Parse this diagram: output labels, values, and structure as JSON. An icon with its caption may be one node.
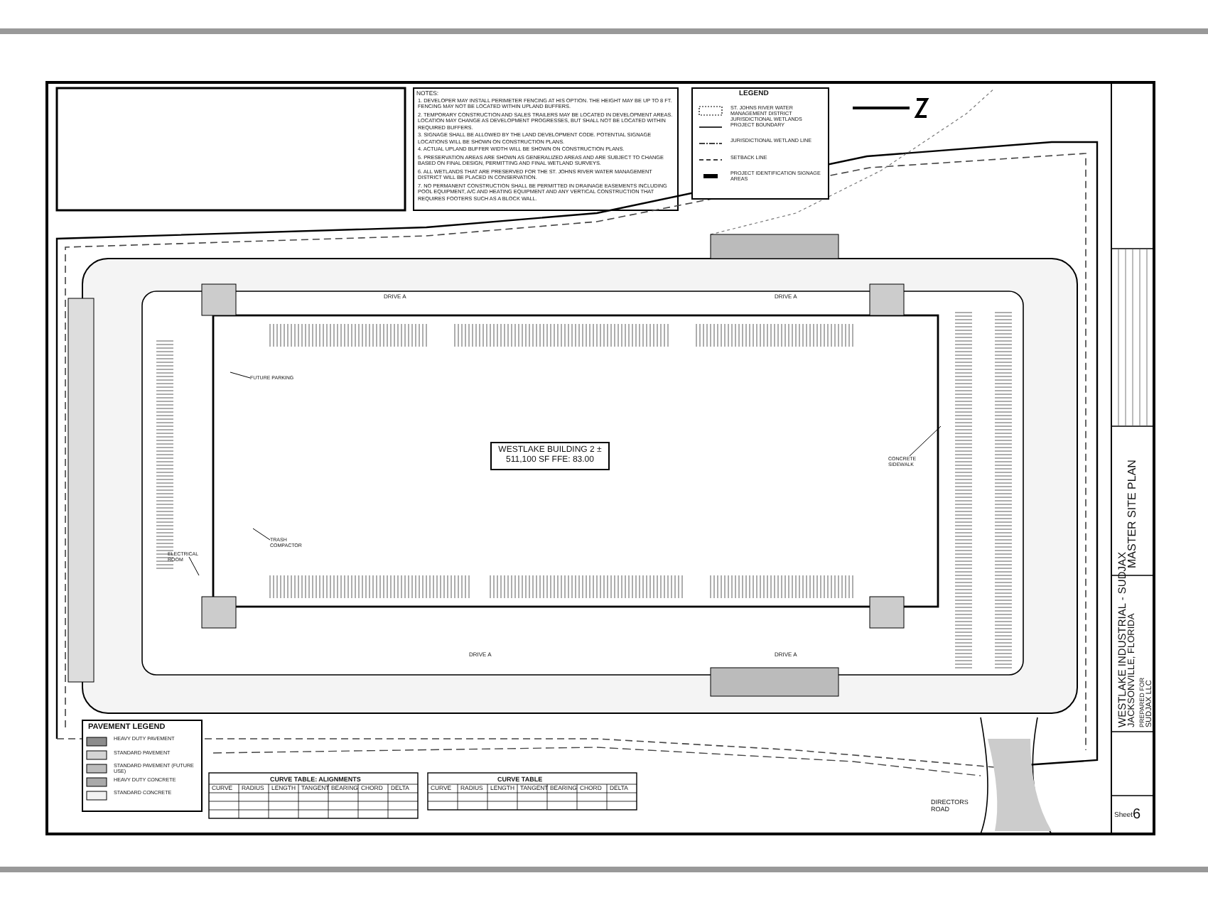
{
  "diagram": {
    "nodes": [
      {
        "text": [
          "WESTLAKE BUILDING 2 ± 511,100 SF FFE: 83.00"
        ]
      },
      {
        "text": [
          "FUTURE PARKING"
        ]
      },
      {
        "text": [
          "TRASH COMPACTOR"
        ]
      },
      {
        "text": [
          "ELECTRICAL ROOM"
        ]
      },
      {
        "text": [
          "CONCRETE SIDEWALK"
        ]
      }
    ],
    "edges": [
      {
        "from": 1,
        "to": null,
        "arrow": "none"
      },
      {
        "from": 2,
        "to": null,
        "arrow": "none"
      },
      {
        "from": 3,
        "to": null,
        "arrow": "none"
      },
      {
        "from": 4,
        "to": null,
        "arrow": "none"
      }
    ],
    "labels": [
      "NOTES:",
      "1. DEVELOPER MAY INSTALL PERIMETER FENCING AT HIS OPTION. THE HEIGHT MAY BE UP TO 8 FT. FENCING MAY NOT BE LOCATED WITHIN UPLAND BUFFERS.",
      "2. TEMPORARY CONSTRUCTION AND SALES TRAILERS MAY BE LOCATED IN DEVELOPMENT AREAS. LOCATION MAY CHANGE AS DEVELOPMENT PROGRESSES, BUT SHALL NOT BE LOCATED WITHIN REQUIRED BUFFERS.",
      "3. SIGNAGE SHALL BE ALLOWED BY THE LAND DEVELOPMENT CODE. POTENTIAL SIGNAGE LOCATIONS WILL BE SHOWN ON CONSTRUCTION PLANS.",
      "4. ACTUAL UPLAND BUFFER WIDTH WILL BE SHOWN ON CONSTRUCTION PLANS.",
      "5. PRESERVATION AREAS ARE SHOWN AS GENERALIZED AREAS AND ARE SUBJECT TO CHANGE BASED ON FINAL DESIGN, PERMITTING AND FINAL WETLAND SURVEYS.",
      "6. ALL WETLANDS THAT ARE PRESERVED FOR THE ST. JOHNS RIVER WATER MANAGEMENT DISTRICT WILL BE PLACED IN CONSERVATION.",
      "7. NO PERMANENT CONSTRUCTION SHALL BE PERMITTED IN DRAINAGE EASEMENTS INCLUDING POOL EQUIPMENT, A/C AND HEATING EQUIPMENT AND ANY VERTICAL CONSTRUCTION THAT REQUIRES FOOTERS SUCH AS A BLOCK WALL.",
      "LEGEND",
      "PAVEMENT LEGEND",
      "CURVE TABLE: ALIGNMENTS",
      "CURVE",
      "RADIUS",
      "LENGTH",
      "TANGENT",
      "BEARING",
      "CHORD",
      "DELTA",
      "CURVE TABLE",
      "CURVE",
      "RADIUS",
      "LENGTH",
      "TANGENT",
      "BEARING",
      "CHORD",
      "DELTA",
      "DRIVE A",
      "DRIVE A",
      "DRIVE A",
      "DRIVE A",
      "DIRECTORS ROAD",
      "WESTLAKE INDUSTRIAL - SUDJAX",
      "JACKSONVILLE, FLORIDA",
      "PREPARED FOR",
      "SUDJAX LLC",
      "MASTER SITE PLAN",
      "Sheet",
      "6"
    ],
    "legend": [
      {
        "text": "ST. JOHNS RIVER WATER MANAGEMENT DISTRICT JURISDICTIONAL WETLANDS"
      },
      {
        "text": "PROJECT BOUNDARY"
      },
      {
        "text": "JURISDICTIONAL WETLAND LINE"
      },
      {
        "text": "SETBACK LINE"
      },
      {
        "text": "PROJECT IDENTIFICATION SIGNAGE AREAS"
      },
      {
        "text": "HEAVY DUTY PAVEMENT",
        "color": "#8c8c8c"
      },
      {
        "text": "STANDARD PAVEMENT",
        "color": "#d4d4d4"
      },
      {
        "text": "STANDARD PAVEMENT (FUTURE USE)",
        "color": "#bcbcbc"
      },
      {
        "text": "HEAVY DUTY CONCRETE",
        "color": "#a9a9a9"
      },
      {
        "text": "STANDARD CONCRETE",
        "color": "#f2f2f2"
      }
    ]
  }
}
